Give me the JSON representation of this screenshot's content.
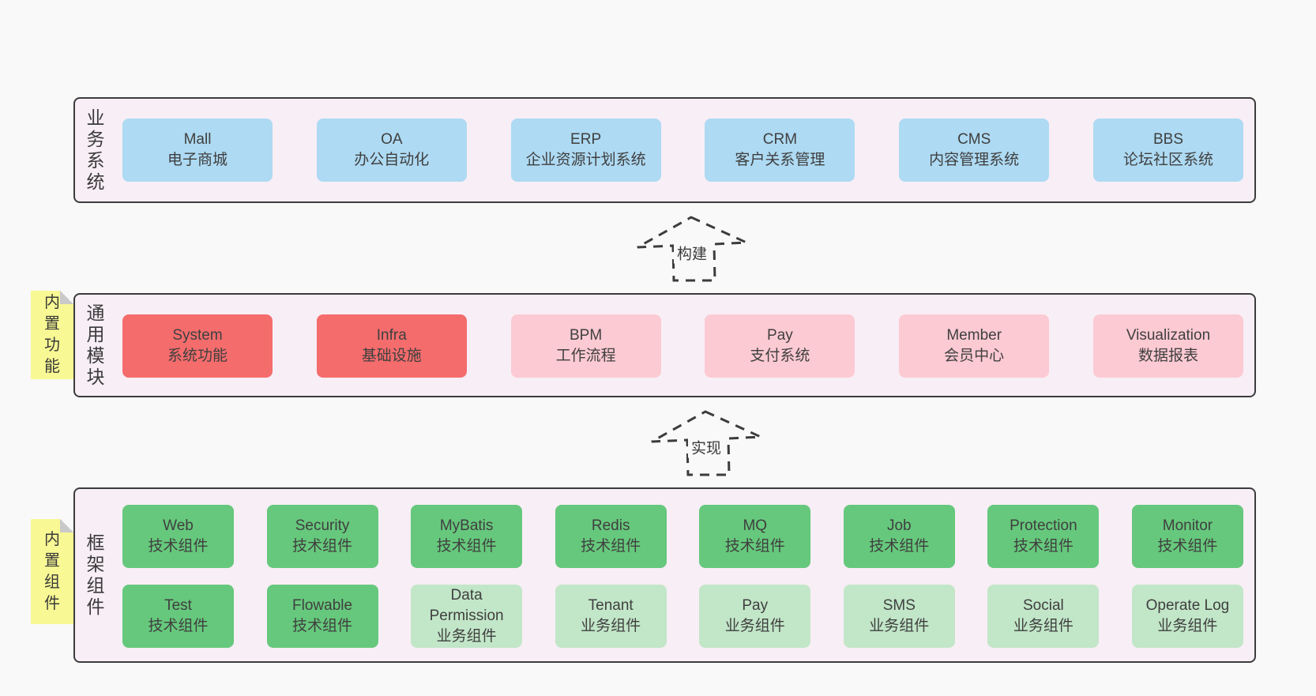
{
  "colors": {
    "page_background": "#f9f9f9",
    "band_background": "#f8eef6",
    "band_border": "#3c3c3c",
    "business_box": "#aedaf3",
    "core_module_box": "#f56c6c",
    "optional_module_box": "#fccad3",
    "tech_component_box": "#66c87c",
    "biz_component_box": "#c2e6c8",
    "sticky_tab": "#f8f894"
  },
  "arrows": {
    "build": {
      "label": "构建"
    },
    "implement": {
      "label": "实现"
    }
  },
  "sections": {
    "business": {
      "label": "业\n务\n系\n统",
      "boxes": [
        {
          "en": "Mall",
          "zh": "电子商城",
          "variant": "blue"
        },
        {
          "en": "OA",
          "zh": "办公自动化",
          "variant": "blue"
        },
        {
          "en": "ERP",
          "zh": "企业资源计划系统",
          "variant": "blue"
        },
        {
          "en": "CRM",
          "zh": "客户关系管理",
          "variant": "blue"
        },
        {
          "en": "CMS",
          "zh": "内容管理系统",
          "variant": "blue"
        },
        {
          "en": "BBS",
          "zh": "论坛社区系统",
          "variant": "blue"
        }
      ]
    },
    "modules": {
      "label": "通\n用\n模\n块",
      "tab": "内\n置\n功\n能",
      "boxes": [
        {
          "en": "System",
          "zh": "系统功能",
          "variant": "red"
        },
        {
          "en": "Infra",
          "zh": "基础设施",
          "variant": "red"
        },
        {
          "en": "BPM",
          "zh": "工作流程",
          "variant": "pink"
        },
        {
          "en": "Pay",
          "zh": "支付系统",
          "variant": "pink"
        },
        {
          "en": "Member",
          "zh": "会员中心",
          "variant": "pink"
        },
        {
          "en": "Visualization",
          "zh": "数据报表",
          "variant": "pink"
        }
      ]
    },
    "framework": {
      "label": "框\n架\n组\n件",
      "tab": "内\n置\n组\n件",
      "row1": [
        {
          "en": "Web",
          "zh": "技术组件",
          "variant": "green"
        },
        {
          "en": "Security",
          "zh": "技术组件",
          "variant": "green"
        },
        {
          "en": "MyBatis",
          "zh": "技术组件",
          "variant": "green"
        },
        {
          "en": "Redis",
          "zh": "技术组件",
          "variant": "green"
        },
        {
          "en": "MQ",
          "zh": "技术组件",
          "variant": "green"
        },
        {
          "en": "Job",
          "zh": "技术组件",
          "variant": "green"
        },
        {
          "en": "Protection",
          "zh": "技术组件",
          "variant": "green"
        },
        {
          "en": "Monitor",
          "zh": "技术组件",
          "variant": "green"
        }
      ],
      "row2": [
        {
          "en": "Test",
          "zh": "技术组件",
          "variant": "green"
        },
        {
          "en": "Flowable",
          "zh": "技术组件",
          "variant": "green"
        },
        {
          "en": "Data Permission",
          "zh": "业务组件",
          "variant": "lightgreen"
        },
        {
          "en": "Tenant",
          "zh": "业务组件",
          "variant": "lightgreen"
        },
        {
          "en": "Pay",
          "zh": "业务组件",
          "variant": "lightgreen"
        },
        {
          "en": "SMS",
          "zh": "业务组件",
          "variant": "lightgreen"
        },
        {
          "en": "Social",
          "zh": "业务组件",
          "variant": "lightgreen"
        },
        {
          "en": "Operate Log",
          "zh": "业务组件",
          "variant": "lightgreen"
        }
      ]
    }
  }
}
